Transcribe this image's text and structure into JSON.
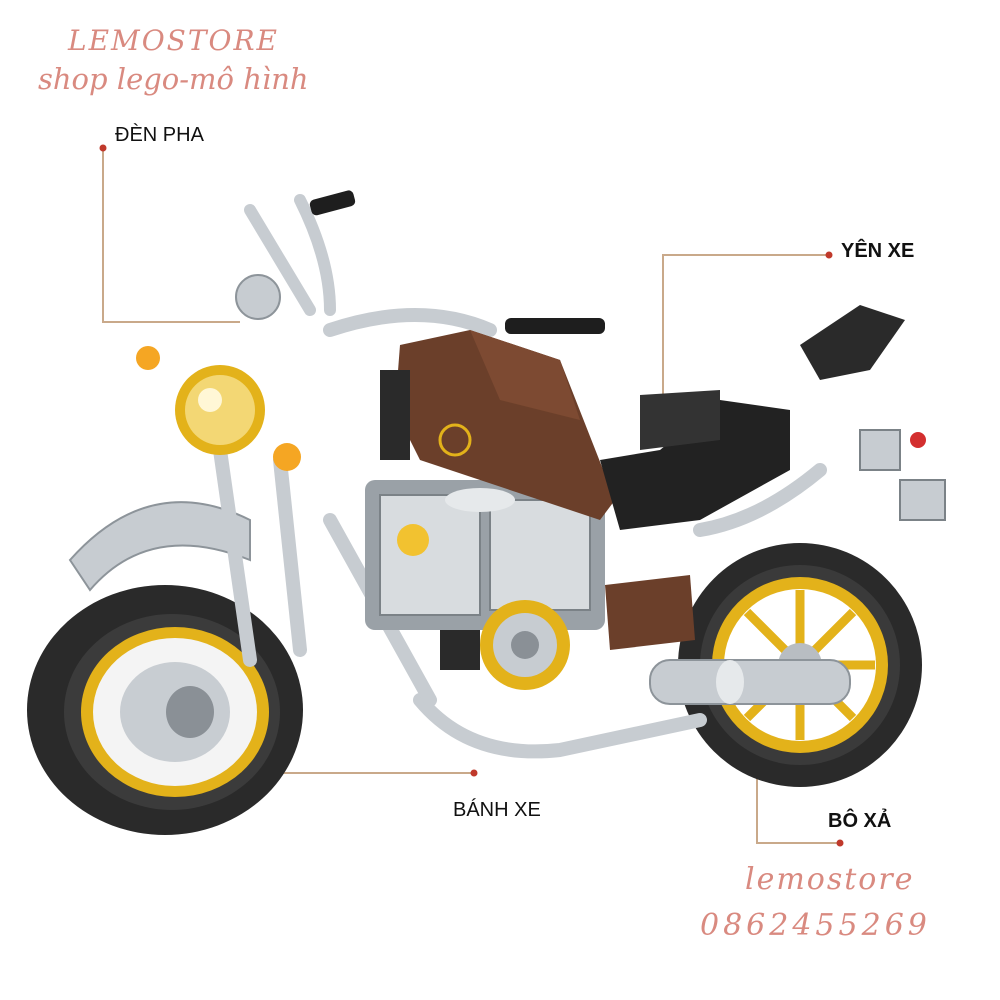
{
  "watermark": {
    "brand": "LEMOSTORE",
    "tagline": "shop lego-mô hình",
    "footer_name": "lemostore",
    "footer_phone": "0862455269"
  },
  "callouts": {
    "headlight": "ĐÈN PHA",
    "seat": "YÊN XE",
    "wheel": "BÁNH XE",
    "exhaust": "BÔ XẢ"
  },
  "colors": {
    "watermark": "#d98a80",
    "tank": "#6b3f2a",
    "rim": "#e3b21a",
    "frame": "#c7ccd1",
    "tire": "#2a2a2a",
    "callout_line": "#c9a98a",
    "callout_dot": "#c0392b"
  }
}
